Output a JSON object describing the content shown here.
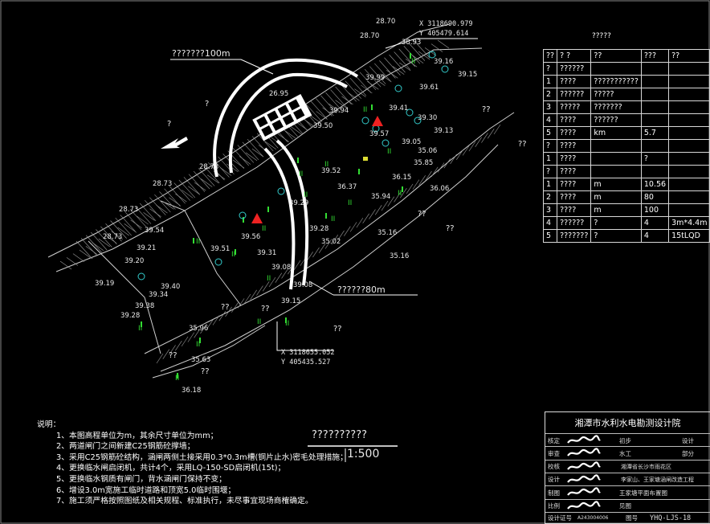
{
  "drawing": {
    "coord_ne": {
      "x": "X  3118690.979",
      "y": "Y  405479.614"
    },
    "coord_sw": {
      "x": "X  3118655.052",
      "y": "Y  405435.527"
    },
    "callout_100m": "???????100m",
    "callout_80m": "??????80m",
    "question_marks": [
      "?",
      "?",
      "??",
      "??",
      "??",
      "??",
      "??",
      "??",
      "??",
      "??",
      "??"
    ],
    "ii_marks": [
      "II",
      "II",
      "II",
      "II",
      "II",
      "II",
      "II",
      "II",
      "II",
      "II",
      "II",
      "II",
      "II",
      "II",
      "II",
      "II",
      "II",
      "II"
    ],
    "elevations": [
      "28.70",
      "28.70",
      "26.95",
      "28.73",
      "28.73",
      "28.73",
      "28.73",
      "38.93",
      "39.99",
      "39.16",
      "39.15",
      "39.61",
      "39.41",
      "39.57",
      "39.30",
      "39.13",
      "39.05",
      "35.06",
      "35.85",
      "36.15",
      "36.06",
      "36.37",
      "35.94",
      "35.16",
      "35.16",
      "39.29",
      "39.28",
      "35.02",
      "39.56",
      "39.31",
      "39.08",
      "39.51",
      "39.54",
      "39.21",
      "39.20",
      "39.19",
      "39.34",
      "39.40",
      "39.38",
      "39.28",
      "39.15",
      "35.96",
      "35.63",
      "36.18",
      "39.94",
      "39.50",
      "39.52",
      "39.08"
    ],
    "scale_title": "??????????",
    "scale_value": "1:500"
  },
  "table": {
    "title": "?????",
    "header": [
      "??",
      "?   ?",
      "??",
      "???",
      "??"
    ],
    "rows": [
      [
        "?",
        "??????",
        "",
        "",
        ""
      ],
      [
        "1",
        "????",
        "???????????",
        "",
        ""
      ],
      [
        "2",
        "??????",
        "?????",
        "",
        ""
      ],
      [
        "3",
        "?????",
        "???????",
        "",
        ""
      ],
      [
        "4",
        "????",
        "??????",
        "",
        ""
      ],
      [
        "5",
        "????",
        "km",
        "5.7",
        ""
      ],
      [
        "?",
        "????",
        "",
        "",
        ""
      ],
      [
        "1",
        "????",
        "",
        "?",
        ""
      ],
      [
        "?",
        "????",
        "",
        "",
        ""
      ],
      [
        "1",
        "????",
        "m",
        "10.56",
        ""
      ],
      [
        "2",
        "????",
        "m",
        "80",
        ""
      ],
      [
        "3",
        "????",
        "m",
        "100",
        ""
      ],
      [
        "4",
        "??????",
        "?",
        "4",
        "3m*4.4m"
      ],
      [
        "5",
        "???????",
        "?",
        "4",
        "15tLQD"
      ]
    ]
  },
  "notes": {
    "heading": "说明：",
    "items": [
      "1、本图高程单位为m，其余尺寸单位为mm；",
      "2、两道闸门之间新建C25钢筋砼撑墙；",
      "3、采用C25钢筋砼结构，涵闸两侧土接采用0.3*0.3m槽(铜片止水)密毛处理措施；",
      "4、更换临水闸启闭机，共计4个，采用LQ-150-SD启闭机(15t)；",
      "5、更换临水钢质有闸门，背水涵闸门保持不变；",
      "6、增设3.0m宽施工临时道路和顶宽5.0临时围堰；",
      "7、施工须严格按照图纸及相关规程、标准执行，未尽事宜现场商榷确定。"
    ]
  },
  "title_block": {
    "institute": "湘潭市水利水电勘测设计院",
    "rows": [
      {
        "label": "核定",
        "mid": "初步",
        "right": "设计"
      },
      {
        "label": "审查",
        "mid": "水工",
        "right": "部分"
      },
      {
        "label": "校核",
        "mid": "湘潭省长沙市雨花区",
        "right": ""
      },
      {
        "label": "设计",
        "mid": "李家山、王家塘涵闸改造工程",
        "right": ""
      },
      {
        "label": "制图",
        "mid": "王家塘平面布置图",
        "right": ""
      },
      {
        "label": "比例",
        "mid": "见图",
        "right": ""
      }
    ],
    "cert_label": "设计证号",
    "cert_value": "A243004006",
    "drawing_no_label": "图号",
    "drawing_no": "YHQ-LJS-18"
  },
  "colors": {
    "background": "#000000",
    "lines": "#bfbfbf",
    "green": "#33dd33",
    "cyan": "#33cccc",
    "red": "#ee2222"
  }
}
